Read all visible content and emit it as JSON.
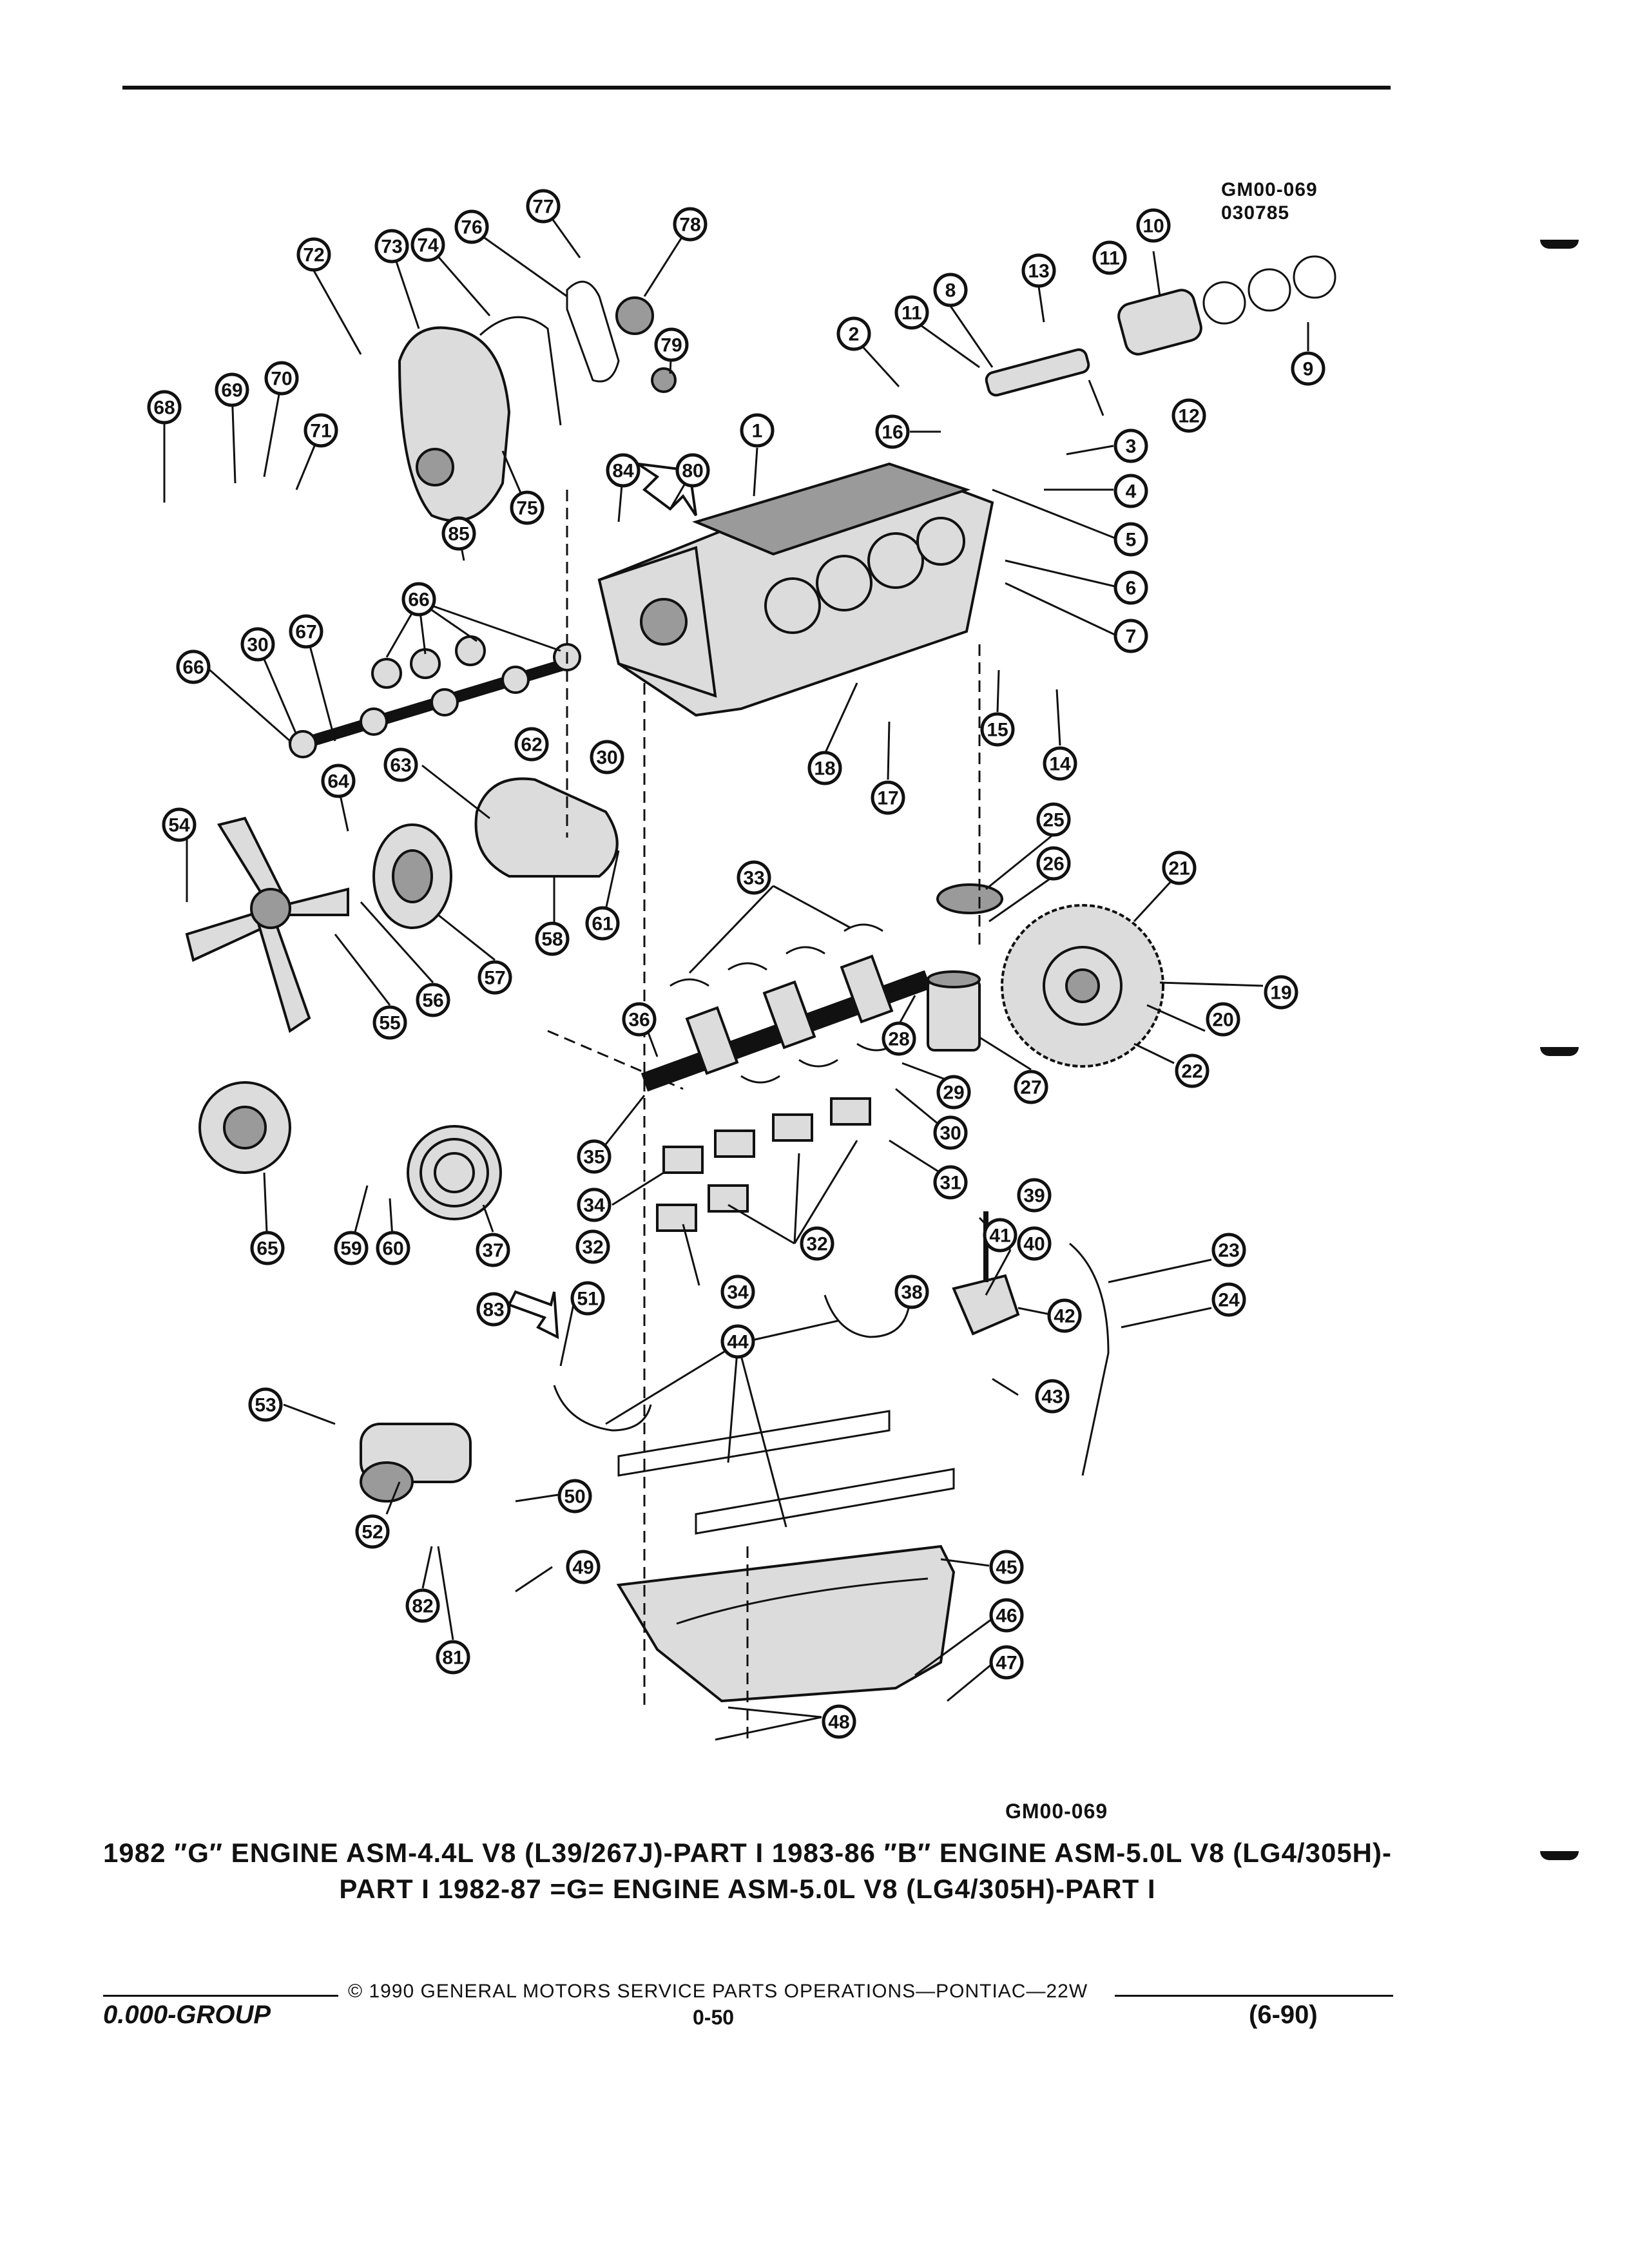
{
  "header": {
    "ref_code": "GM00-069",
    "ref_date": "030785"
  },
  "callouts": [
    {
      "id": "1"
    },
    {
      "id": "2"
    },
    {
      "id": "3"
    },
    {
      "id": "4"
    },
    {
      "id": "5"
    },
    {
      "id": "6"
    },
    {
      "id": "7"
    },
    {
      "id": "8"
    },
    {
      "id": "9"
    },
    {
      "id": "10"
    },
    {
      "id": "11"
    },
    {
      "id": "11"
    },
    {
      "id": "12"
    },
    {
      "id": "13"
    },
    {
      "id": "14"
    },
    {
      "id": "15"
    },
    {
      "id": "16"
    },
    {
      "id": "17"
    },
    {
      "id": "18"
    },
    {
      "id": "19"
    },
    {
      "id": "20"
    },
    {
      "id": "21"
    },
    {
      "id": "22"
    },
    {
      "id": "23"
    },
    {
      "id": "24"
    },
    {
      "id": "25"
    },
    {
      "id": "26"
    },
    {
      "id": "27"
    },
    {
      "id": "28"
    },
    {
      "id": "29"
    },
    {
      "id": "30"
    },
    {
      "id": "30"
    },
    {
      "id": "30"
    },
    {
      "id": "31"
    },
    {
      "id": "32"
    },
    {
      "id": "32"
    },
    {
      "id": "33"
    },
    {
      "id": "34"
    },
    {
      "id": "34"
    },
    {
      "id": "35"
    },
    {
      "id": "36"
    },
    {
      "id": "37"
    },
    {
      "id": "38"
    },
    {
      "id": "39"
    },
    {
      "id": "40"
    },
    {
      "id": "41"
    },
    {
      "id": "42"
    },
    {
      "id": "43"
    },
    {
      "id": "44"
    },
    {
      "id": "45"
    },
    {
      "id": "46"
    },
    {
      "id": "47"
    },
    {
      "id": "48"
    },
    {
      "id": "49"
    },
    {
      "id": "50"
    },
    {
      "id": "51"
    },
    {
      "id": "52"
    },
    {
      "id": "53"
    },
    {
      "id": "54"
    },
    {
      "id": "55"
    },
    {
      "id": "56"
    },
    {
      "id": "57"
    },
    {
      "id": "58"
    },
    {
      "id": "59"
    },
    {
      "id": "60"
    },
    {
      "id": "61"
    },
    {
      "id": "62"
    },
    {
      "id": "63"
    },
    {
      "id": "64"
    },
    {
      "id": "65"
    },
    {
      "id": "66"
    },
    {
      "id": "66"
    },
    {
      "id": "67"
    },
    {
      "id": "68"
    },
    {
      "id": "69"
    },
    {
      "id": "70"
    },
    {
      "id": "71"
    },
    {
      "id": "72"
    },
    {
      "id": "73"
    },
    {
      "id": "74"
    },
    {
      "id": "75"
    },
    {
      "id": "76"
    },
    {
      "id": "77"
    },
    {
      "id": "78"
    },
    {
      "id": "79"
    },
    {
      "id": "80"
    },
    {
      "id": "81"
    },
    {
      "id": "82"
    },
    {
      "id": "83"
    },
    {
      "id": "84"
    },
    {
      "id": "85"
    }
  ],
  "caption": {
    "code": "GM00-069",
    "title": "1982 ″G″ ENGINE ASM-4.4L V8 (L39/267J)-PART I 1983-86 ″B″ ENGINE ASM-5.0L V8 (LG4/305H)-PART I 1982-87 =G= ENGINE ASM-5.0L V8 (LG4/305H)-PART I"
  },
  "footer": {
    "copyright": "© 1990 GENERAL MOTORS SERVICE PARTS OPERATIONS—PONTIAC—22W",
    "group": "0.000-GROUP",
    "page": "0-50",
    "revision": "(6-90)"
  }
}
